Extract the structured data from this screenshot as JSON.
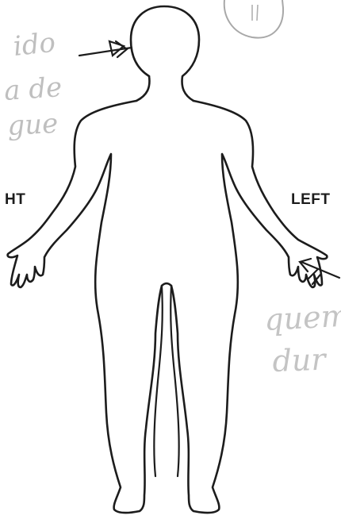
{
  "diagram": {
    "labels": {
      "right_side": "HT",
      "left_side": "LEFT"
    },
    "annotations": [
      {
        "id": "head-note",
        "text_lines": [
          "ido",
          "a de",
          "gue"
        ],
        "color": "#8a8a8a"
      },
      {
        "id": "hand-note",
        "text_lines": [
          "quem",
          "dur"
        ],
        "color": "#8a8a8a"
      }
    ],
    "colors": {
      "outline": "#1c1c1c",
      "pencil": "#9a9a9a",
      "background": "#ffffff"
    },
    "icons": [
      "body-outline",
      "arrow-icon"
    ]
  }
}
